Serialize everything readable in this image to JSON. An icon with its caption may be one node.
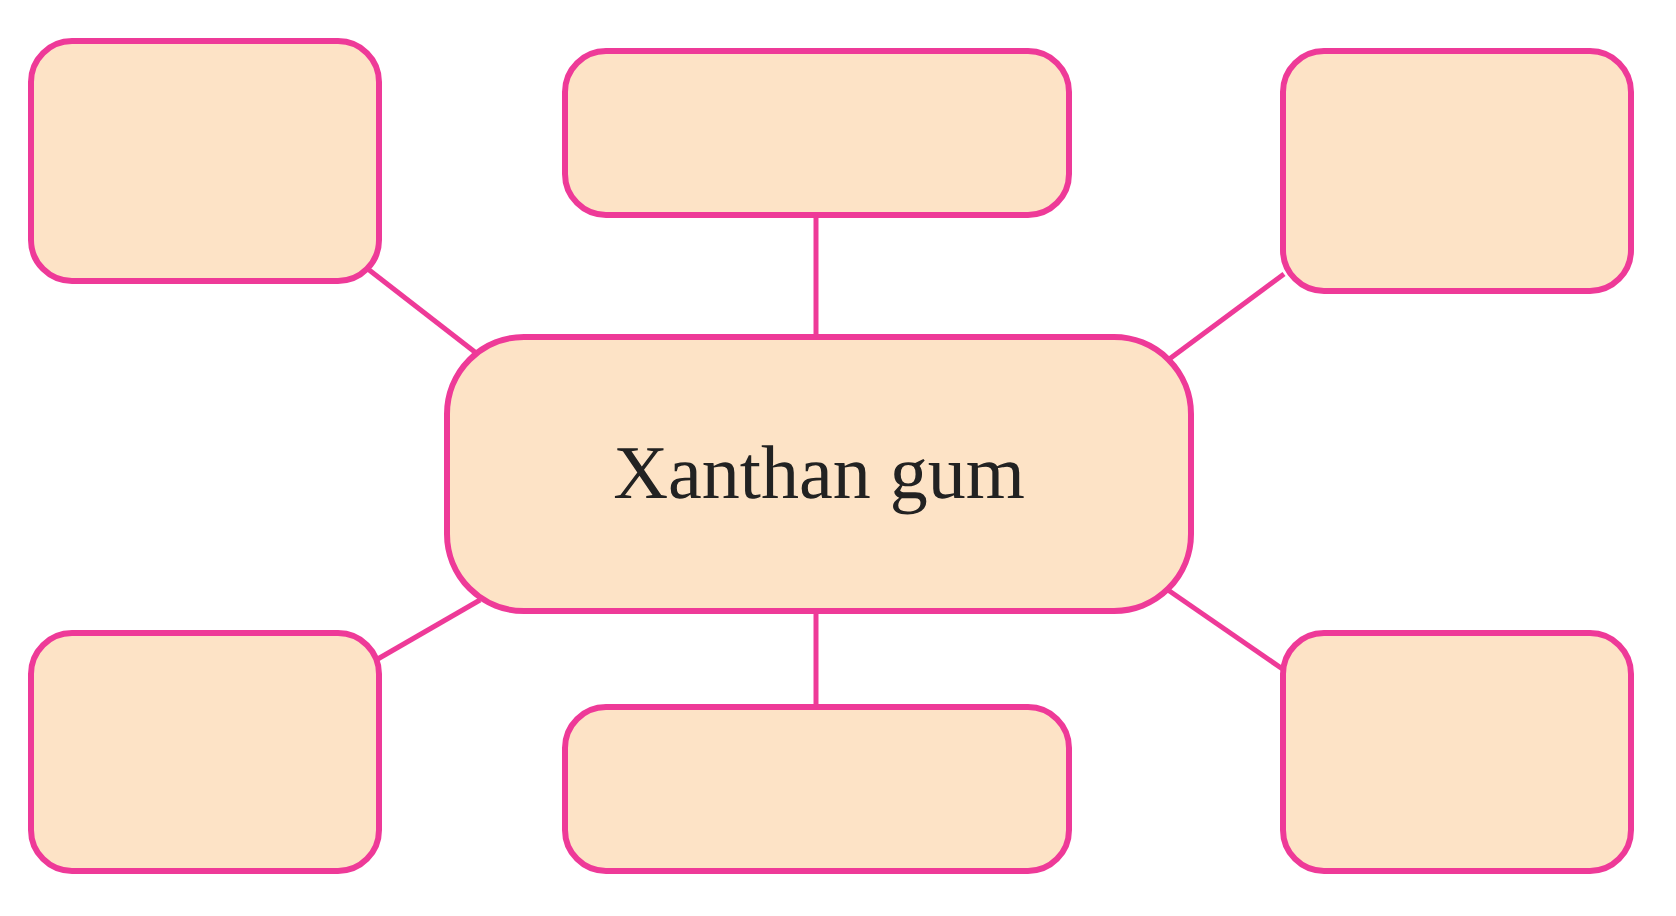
{
  "diagram": {
    "nodes": [
      {
        "text": [
          "Xanthan gum"
        ]
      },
      {
        "text": [],
        "shape": "box"
      },
      {
        "text": [],
        "shape": "box"
      },
      {
        "text": [],
        "shape": "box"
      },
      {
        "text": [],
        "shape": "box"
      },
      {
        "text": [],
        "shape": "box"
      },
      {
        "text": [],
        "shape": "box"
      }
    ],
    "edges": [
      {
        "from": 0,
        "to": 1,
        "arrow": "none"
      },
      {
        "from": 0,
        "to": 2,
        "arrow": "none"
      },
      {
        "from": 0,
        "to": 3,
        "arrow": "none"
      },
      {
        "from": 0,
        "to": 4,
        "arrow": "none"
      },
      {
        "from": 0,
        "to": 5,
        "arrow": "none"
      },
      {
        "from": 0,
        "to": 6,
        "arrow": "none"
      }
    ]
  }
}
